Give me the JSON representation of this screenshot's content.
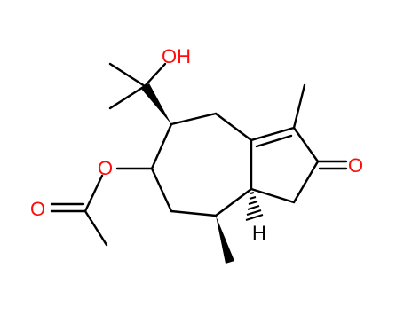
{
  "molecule": {
    "labels": {
      "hydroxyl": "OH",
      "ketone_oxygen": "O",
      "ester_ether_oxygen": "O",
      "ester_carbonyl_oxygen": "O",
      "ring_fusion_hydrogen": "H"
    }
  },
  "colors": {
    "bond": "#000000",
    "heteroatom": "#ff0d0d",
    "hydrogen": "#000000",
    "background": "#ffffff"
  }
}
